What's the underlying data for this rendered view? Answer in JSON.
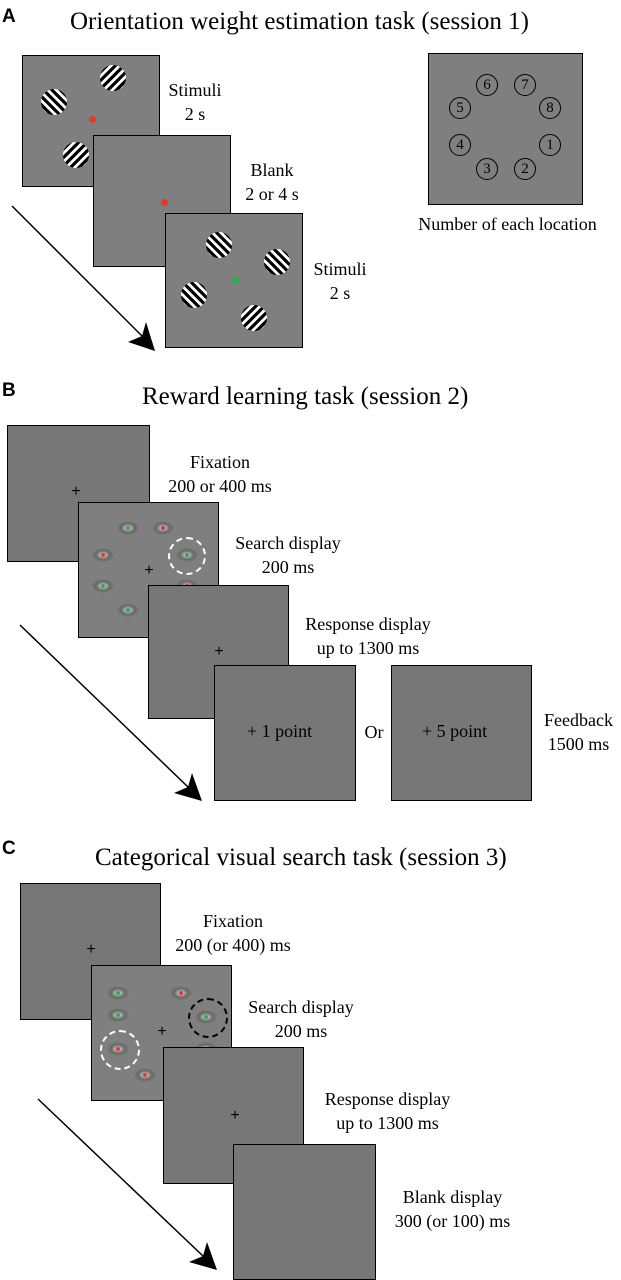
{
  "panel_a": {
    "letter": "A",
    "title": "Orientation weight estimation task (session 1)",
    "labels": {
      "stim1_l1": "Stimuli",
      "stim1_l2": "2 s",
      "blank_l1": "Blank",
      "blank_l2": "2 or 4 s",
      "stim2_l1": "Stimuli",
      "stim2_l2": "2 s",
      "locations": "Number of each location"
    },
    "location_numbers": [
      "6",
      "7",
      "5",
      "8",
      "4",
      "1",
      "3",
      "2"
    ],
    "colors": {
      "fixation_red": "#e8372c",
      "fixation_green": "#22b14c"
    }
  },
  "panel_b": {
    "letter": "B",
    "title": "Reward learning task (session 2)",
    "labels": {
      "fix_l1": "Fixation",
      "fix_l2": "200 or 400 ms",
      "search_l1": "Search display",
      "search_l2": "200 ms",
      "resp_l1": "Response display",
      "resp_l2": "up to 1300 ms",
      "or": "Or",
      "fb_l1": "Feedback",
      "fb_l2": "1500 ms"
    },
    "feedback_1": "+  1 point",
    "feedback_5": "+  5 point",
    "cross": "+"
  },
  "panel_c": {
    "letter": "C",
    "title": "Categorical visual search task (session 3)",
    "labels": {
      "fix_l1": "Fixation",
      "fix_l2": "200 (or 400) ms",
      "search_l1": "Search display",
      "search_l2": "200 ms",
      "resp_l1": "Response display",
      "resp_l2": "up to 1300 ms",
      "blank_l1": "Blank display",
      "blank_l2": "300 (or 100) ms"
    },
    "cross": "+"
  }
}
